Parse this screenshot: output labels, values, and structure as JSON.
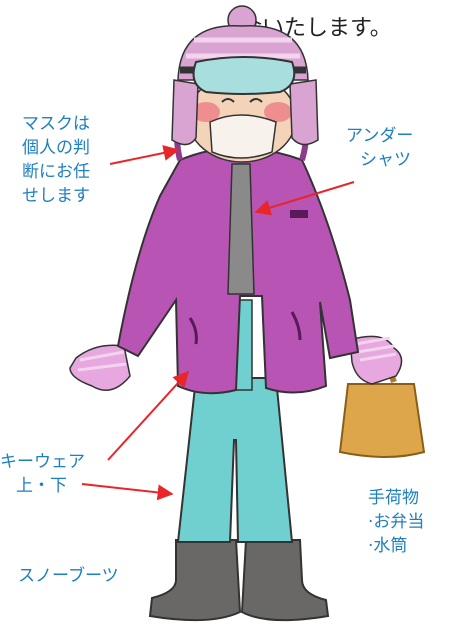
{
  "top_text": "金いたします。",
  "labels": {
    "mask": [
      "マスクは",
      "個人の判",
      "断にお任",
      "せします"
    ],
    "undershirt": [
      "アンダー",
      "シャツ"
    ],
    "skiwear": [
      "キーウェア",
      "上・下"
    ],
    "belongings": [
      "手荷物",
      "·お弁当",
      "·水筒"
    ],
    "boots": "スノーブーツ"
  },
  "colors": {
    "label_text": "#1e7fc1",
    "arrow": "#e8262a",
    "jacket": "#b754b4",
    "pants": "#6fd0cf",
    "hat_stripes": "#d9a3d2",
    "goggles": "#a8dede",
    "boots": "#6a6866",
    "bag": "#dea64a",
    "shirt": "#8a8a8a",
    "mask": "#f7f3ec",
    "gloves": "#e6a8de"
  },
  "icons": [
    "skier-illustration",
    "arrow-icon"
  ]
}
